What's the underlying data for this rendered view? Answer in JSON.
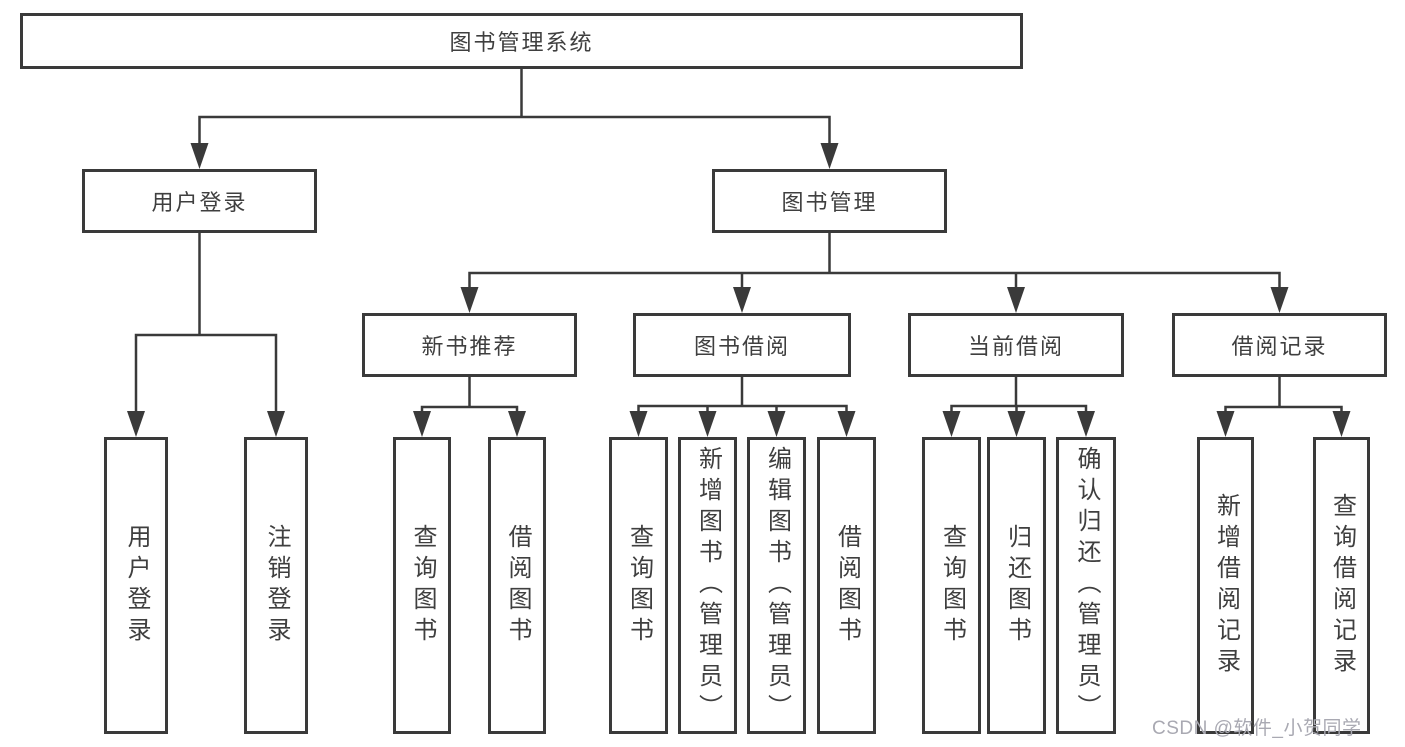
{
  "diagram": {
    "title": "图书管理系统",
    "tree": {
      "label": "图书管理系统",
      "children": [
        {
          "label": "用户登录",
          "children": [
            {
              "label": "用户登录"
            },
            {
              "label": "注销登录"
            }
          ]
        },
        {
          "label": "图书管理",
          "children": [
            {
              "label": "新书推荐",
              "children": [
                {
                  "label": "查询图书"
                },
                {
                  "label": "借阅图书"
                }
              ]
            },
            {
              "label": "图书借阅",
              "children": [
                {
                  "label": "查询图书"
                },
                {
                  "label": "新增图书（管理员）"
                },
                {
                  "label": "编辑图书（管理员）"
                },
                {
                  "label": "借阅图书"
                }
              ]
            },
            {
              "label": "当前借阅",
              "children": [
                {
                  "label": "查询图书"
                },
                {
                  "label": "归还图书"
                },
                {
                  "label": "确认归还（管理员）"
                }
              ]
            },
            {
              "label": "借阅记录",
              "children": [
                {
                  "label": "新增借阅记录"
                },
                {
                  "label": "查询借阅记录"
                }
              ]
            }
          ]
        }
      ]
    },
    "colors": {
      "line": "#3a3a3a",
      "text": "#3f3f3f",
      "background": "#ffffff",
      "watermark": "#a9a9b2"
    },
    "watermark": "CSDN @软件_小贺同学"
  }
}
